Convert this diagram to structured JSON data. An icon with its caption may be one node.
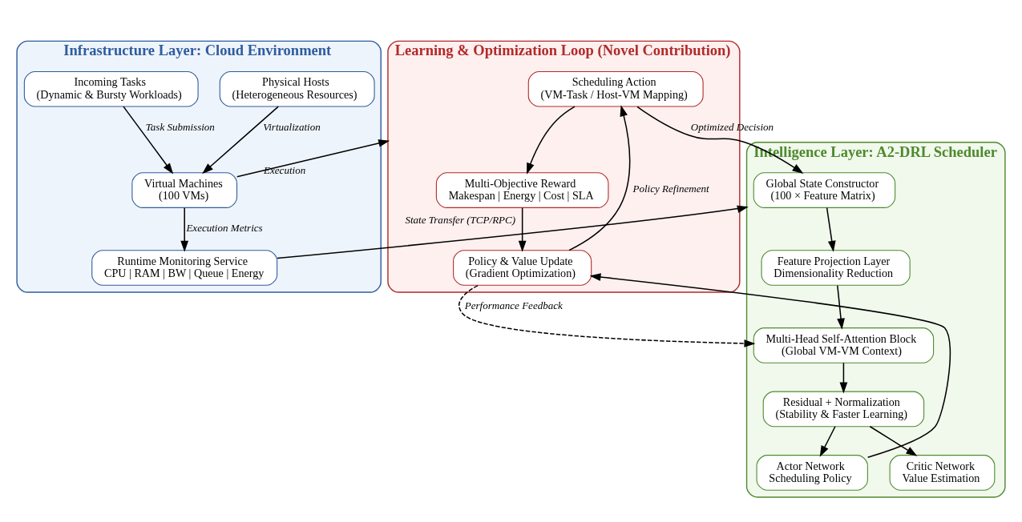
{
  "diagram": {
    "nodes": [
      {
        "text": [
          "Infrastructure Layer: Cloud Environment"
        ]
      },
      {
        "text": [
          "Physical Hosts",
          "(Heterogeneous Resources)"
        ],
        "in": 0
      },
      {
        "text": [
          "Incoming Tasks",
          "(Dynamic & Bursty Workloads)"
        ],
        "in": 0
      },
      {
        "text": [
          "Virtual Machines",
          "(100 VMs)"
        ],
        "in": 0
      },
      {
        "text": [
          "Runtime Monitoring Service",
          "CPU | RAM | BW | Queue | Energy"
        ],
        "in": 0
      },
      {
        "text": [
          "Learning & Optimization Loop (Novel Contribution)"
        ]
      },
      {
        "text": [
          "Scheduling Action",
          "(VM-Task / Host-VM Mapping)"
        ],
        "in": 5
      },
      {
        "text": [
          "Multi-Objective Reward",
          "Makespan | Energy | Cost | SLA"
        ],
        "in": 5
      },
      {
        "text": [
          "Policy & Value Update",
          "(Gradient Optimization)"
        ],
        "in": 5
      },
      {
        "text": [
          "Intelligence Layer: A2-DRL Scheduler"
        ]
      },
      {
        "text": [
          "Global State Constructor",
          "(100 × Feature Matrix)"
        ],
        "in": 9
      },
      {
        "text": [
          "Feature Projection Layer",
          "Dimensionality Reduction"
        ],
        "in": 9
      },
      {
        "text": [
          "Multi-Head Self-Attention Block",
          "(Global VM-VM Context)"
        ],
        "in": 9
      },
      {
        "text": [
          "Residual + Normalization",
          "(Stability & Faster Learning)"
        ],
        "in": 9
      },
      {
        "text": [
          "Actor Network",
          "Scheduling Policy"
        ],
        "in": 9
      },
      {
        "text": [
          "Critic Network",
          "Value Estimation"
        ],
        "in": 9
      }
    ],
    "edges": [
      {
        "from": 1,
        "to": 3,
        "arrow": "to",
        "label": "Virtualization"
      },
      {
        "from": 2,
        "to": 3,
        "arrow": "to",
        "label": "Task Submission"
      },
      {
        "from": 3,
        "to": 5,
        "arrow": "to",
        "label": "Execution"
      },
      {
        "from": 3,
        "to": 4,
        "arrow": "to",
        "label": "Execution Metrics"
      },
      {
        "from": 6,
        "to": 10,
        "arrow": "to",
        "label": "Optimized Decision"
      },
      {
        "from": 6,
        "to": 7,
        "arrow": "to"
      },
      {
        "from": 7,
        "to": 8,
        "arrow": "to"
      },
      {
        "from": 8,
        "to": 6,
        "arrow": "to",
        "label": "Policy Refinement"
      },
      {
        "from": 8,
        "to": 12,
        "arrow": "to",
        "label": "Performance Feedback",
        "style": "dashed"
      },
      {
        "from": 10,
        "to": 11,
        "arrow": "to"
      },
      {
        "from": 11,
        "to": 12,
        "arrow": "to"
      },
      {
        "from": 12,
        "to": 13,
        "arrow": "to"
      },
      {
        "from": 13,
        "to": 14,
        "arrow": "to"
      },
      {
        "from": 13,
        "to": 15,
        "arrow": "to"
      },
      {
        "from": 14,
        "to": 8,
        "arrow": "to"
      },
      {
        "from": 4,
        "to": 9,
        "arrow": "to",
        "label": "State Transfer (TCP/RPC)"
      }
    ]
  }
}
